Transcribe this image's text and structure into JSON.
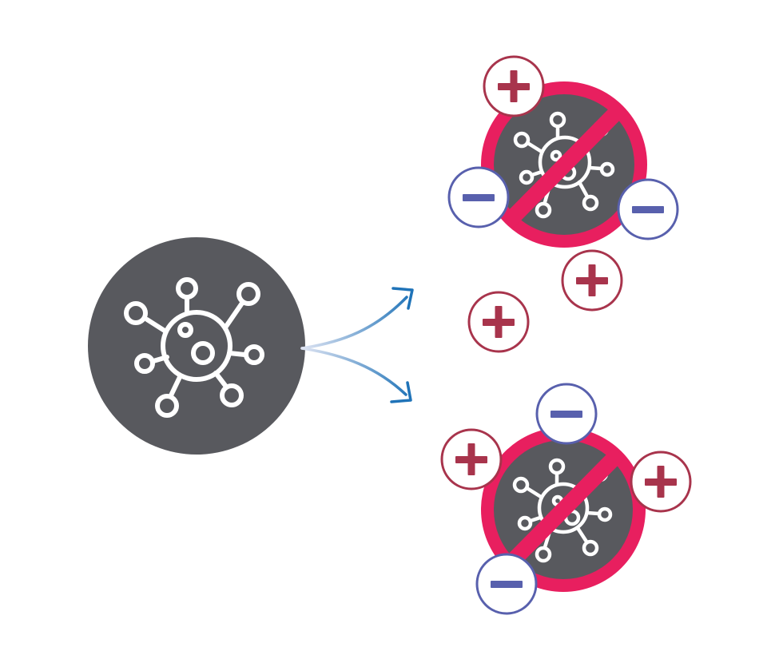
{
  "colors": {
    "background": "#ffffff",
    "virus_fill": "#58595e",
    "virus_stroke": "#ffffff",
    "ban_ring": "#e81f5f",
    "positive_charge": "#a8344c",
    "negative_charge": "#5860ad",
    "arrow_start": "#dde3f2",
    "arrow_end": "#1f73b8"
  },
  "diagram": {
    "source": {
      "icon": "virus-icon"
    },
    "arrows": [
      {
        "name": "arrow-upper",
        "icon": "arrow-icon"
      },
      {
        "name": "arrow-lower",
        "icon": "arrow-icon"
      }
    ],
    "neutralized_groups": [
      {
        "name": "neutralized-virus-top",
        "icon": "virus-icon",
        "overlay": "prohibition-icon",
        "attached_charges": [
          "plus",
          "minus",
          "minus"
        ]
      },
      {
        "name": "neutralized-virus-bottom",
        "icon": "virus-icon",
        "overlay": "prohibition-icon",
        "attached_charges": [
          "plus",
          "minus",
          "plus",
          "minus"
        ]
      }
    ],
    "free_charges": [
      "plus",
      "plus"
    ]
  }
}
